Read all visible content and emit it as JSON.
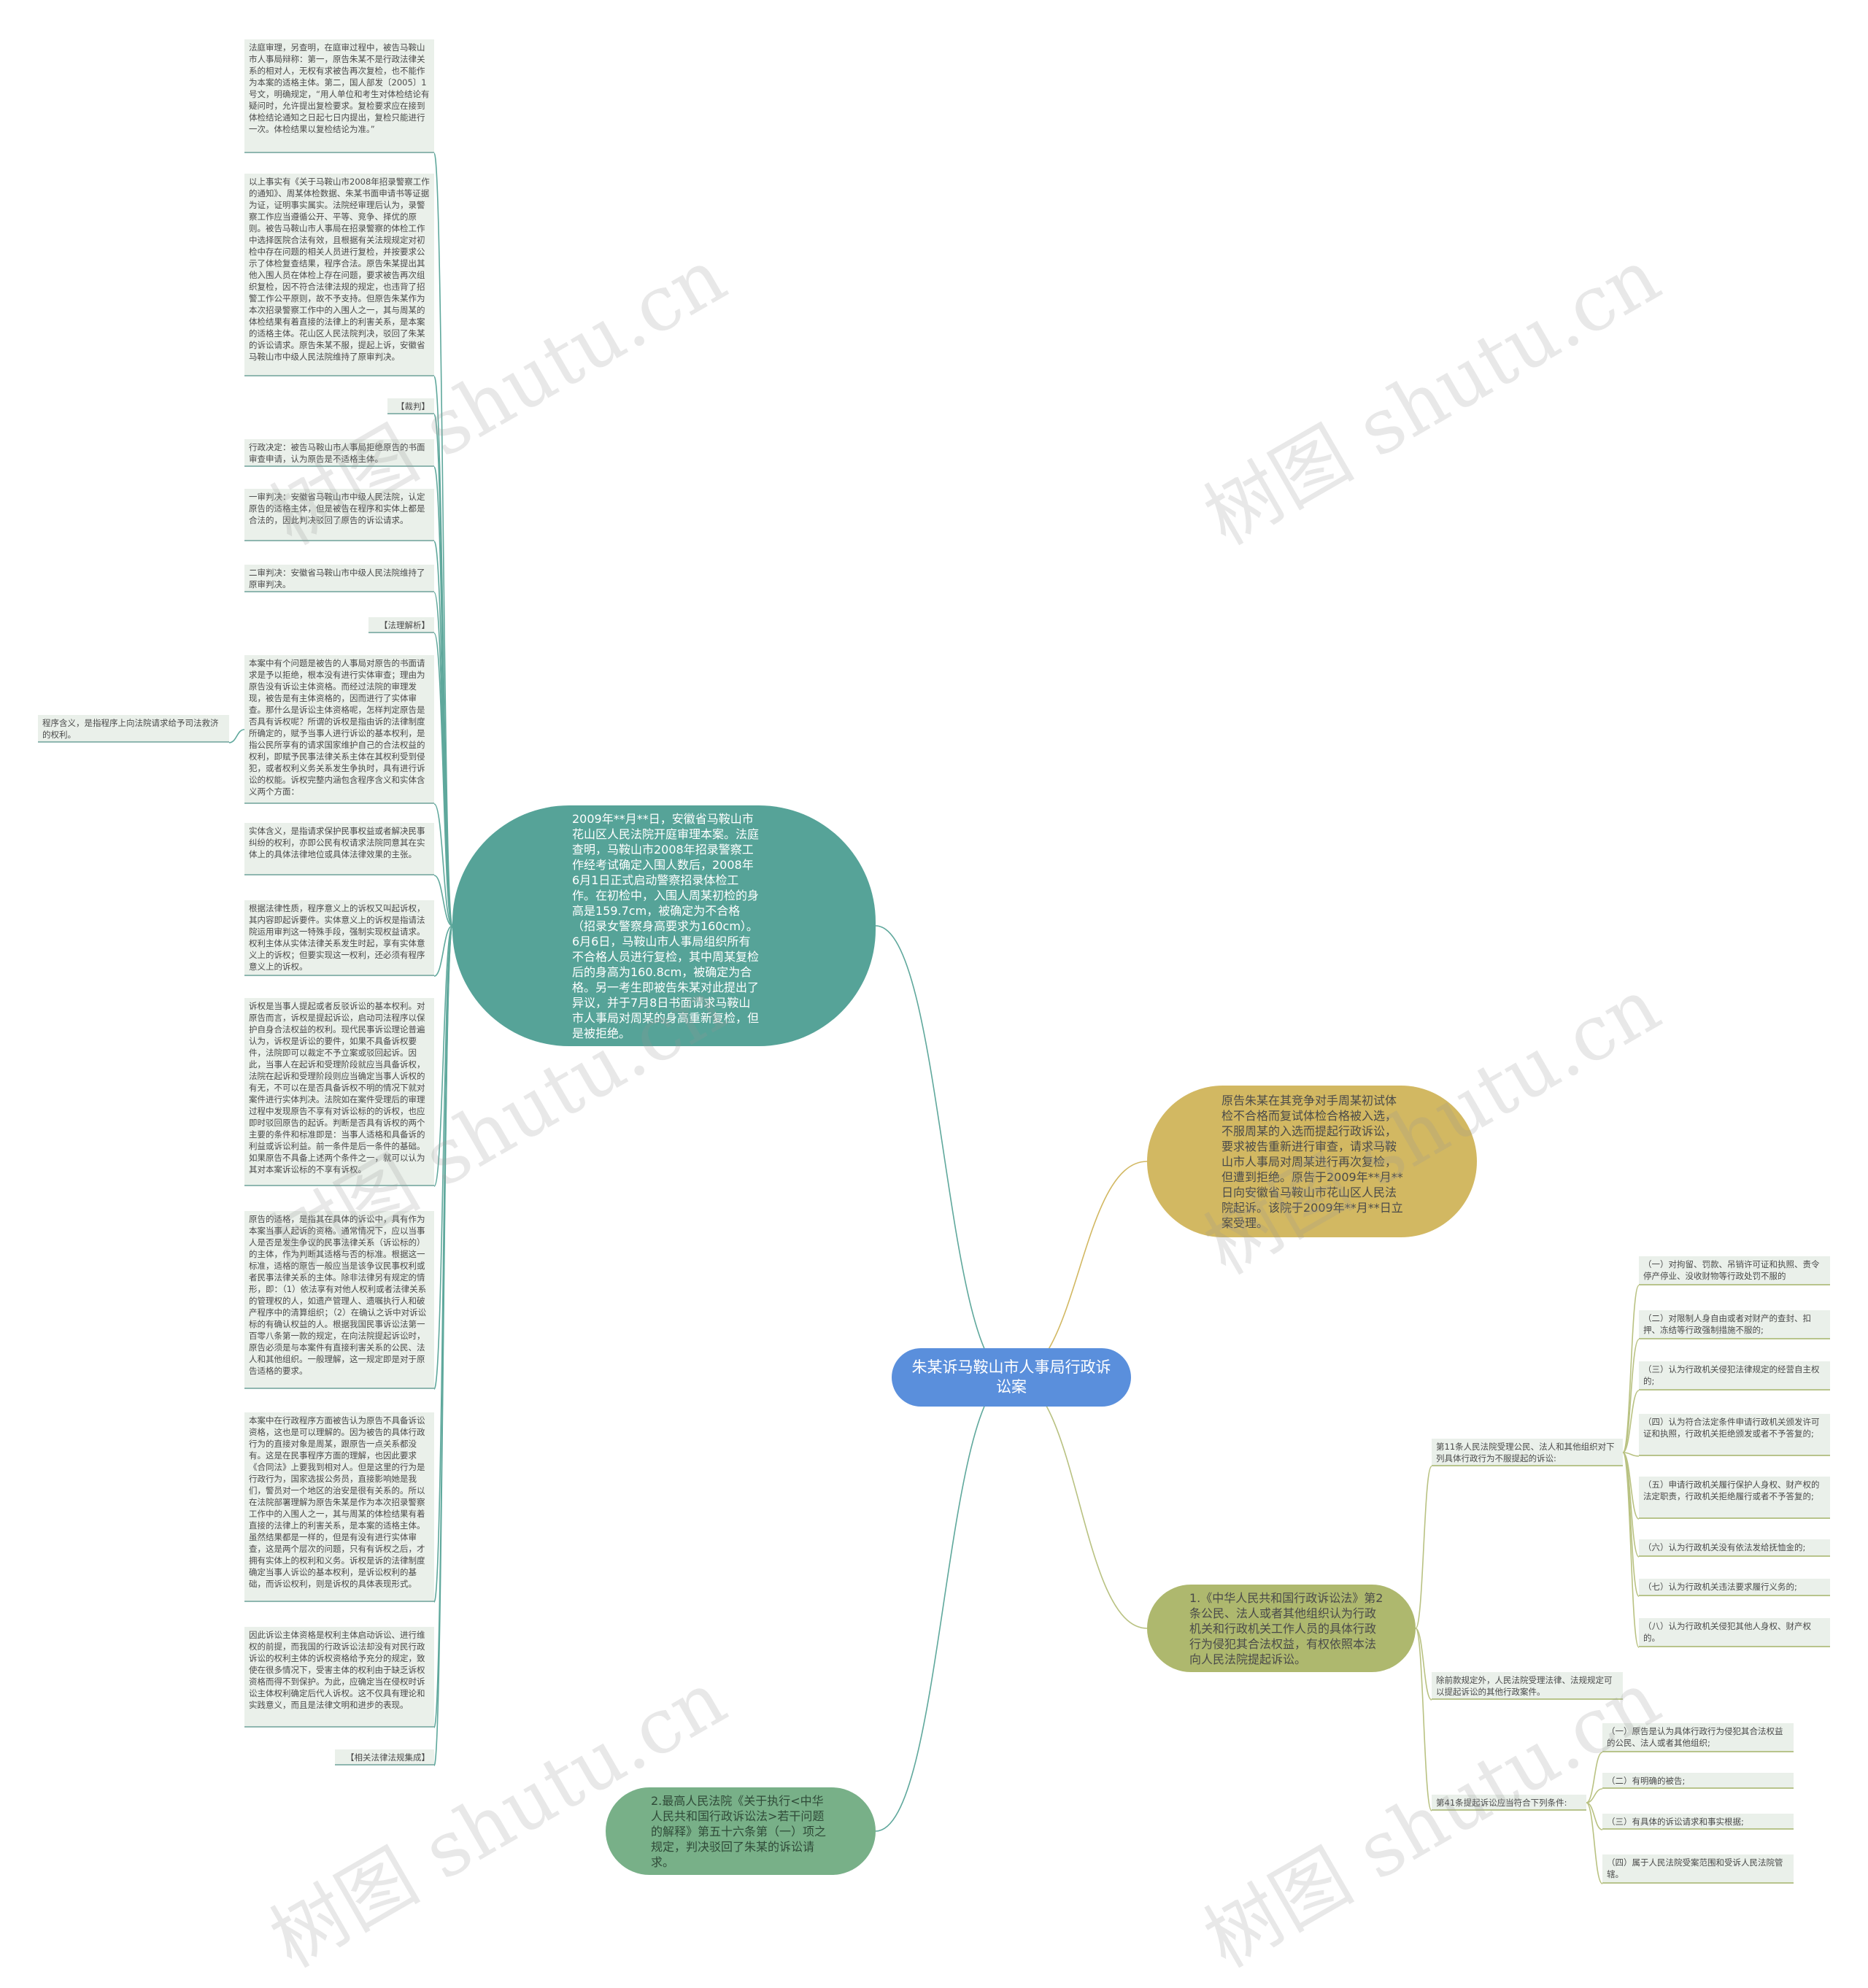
{
  "colors": {
    "center": "#5a8fdc",
    "facts": "#56a398",
    "claim": "#d2b862",
    "law": "#aeb86e",
    "ruling": "#78b088",
    "leaf_bg": "#eaf0ea",
    "wire_left": "#5fa89c",
    "wire_right": "#b9c282"
  },
  "center": "朱某诉马鞍山市人事局行政诉讼案",
  "facts": {
    "text": "2009年**月**日，安徽省马鞍山市花山区人民法院开庭审理本案。法庭查明，马鞍山市2008年招录警察工作经考试确定入围人数后，2008年6月1日正式启动警察招录体检工作。在初检中，入围人周某初检的身高是159.7cm，被确定为不合格（招录女警察身高要求为160cm）。6月6日，马鞍山市人事局组织所有不合格人员进行复检，其中周某复检后的身高为160.8cm，被确定为合格。另一考生即被告朱某对此提出了异议，并于7月8日书面请求马鞍山市人事局对周某的身高重新复检，但是被拒绝。",
    "items": [
      "法庭审理，另查明，在庭审过程中，被告马鞍山市人事局辩称：第一，原告朱某不是行政法律关系的相对人，无权有求被告再次复检，也不能作为本案的适格主体。第二，国人部发〔2005〕1号文，明确规定，“用人单位和考生对体检结论有疑问时，允许提出复检要求。复检要求应在接到体检结论通知之日起七日内提出，复检只能进行一次。体检结果以复检结论为准。”",
      "以上事实有《关于马鞍山市2008年招录警察工作的通知》、周某体检数据、朱某书面申请书等证据为证，证明事实属实。法院经审理后认为，录警察工作应当遵循公开、平等、竞争、择优的原则。被告马鞍山市人事局在招录警察的体检工作中选择医院合法有效，且根据有关法规规定对初检中存在问题的相关人员进行复检，并按要求公示了体检复查结果，程序合法。原告朱某提出其他入围人员在体检上存在问题，要求被告再次组织复检，因不符合法律法规的规定，也违背了招警工作公平原则，故不予支持。但原告朱某作为本次招录警察工作中的入围人之一，其与周某的体检结果有着直接的法律上的利害关系，是本案的适格主体。花山区人民法院判决，驳回了朱某的诉讼请求。原告朱某不服，提起上诉，安徽省马鞍山市中级人民法院维持了原审判决。",
      "【裁判】",
      "行政决定：被告马鞍山市人事局拒绝原告的书面审查申请，认为原告是不适格主体。",
      "一审判决：安徽省马鞍山市中级人民法院，认定原告的适格主体，但是被告在程序和实体上都是合法的，因此判决驳回了原告的诉讼请求。",
      "二审判决：安徽省马鞍山市中级人民法院维持了原审判决。",
      "【法理解析】",
      "本案中有个问题是被告的人事局对原告的书面请求是予以拒绝，根本没有进行实体审查；理由为原告没有诉讼主体资格。而经过法院的审理发现，被告是有主体资格的，因而进行了实体审查。那什么是诉讼主体资格呢，怎样判定原告是否具有诉权呢？所谓的诉权是指由诉的法律制度所确定的，赋予当事人进行诉讼的基本权利，是指公民所享有的请求国家维护自己的合法权益的权利，即赋予民事法律关系主体在其权利受到侵犯，或者权利义务关系发生争执时，具有进行诉讼的权能。诉权完整内涵包含程序含义和实体含义两个方面：",
      "实体含义，是指请求保护民事权益或者解决民事纠纷的权利，亦即公民有权请求法院同意其在实体上的具体法律地位或具体法律效果的主张。",
      "根据法律性质，程序意义上的诉权又叫起诉权，其内容即起诉要件。实体意义上的诉权是指请法院运用审判这一特殊手段，强制实现权益请求。权利主体从实体法律关系发生时起，享有实体意义上的诉权；但要实现这一权利，还必须有程序意义上的诉权。",
      "诉权是当事人提起或者反驳诉讼的基本权利。对原告而言，诉权是提起诉讼，启动司法程序以保护自身合法权益的权利。现代民事诉讼理论普遍认为，诉权是诉讼的要件，如果不具备诉权要件，法院即可以裁定不予立案或驳回起诉。因此，当事人在起诉和受理阶段就应当具备诉权，法院在起诉和受理阶段则应当确定当事人诉权的有无，不可以在是否具备诉权不明的情况下就对案件进行实体判决。法院如在案件受理后的审理过程中发现原告不享有对诉讼标的的诉权，也应即时驳回原告的起诉。判断是否具有诉权的两个主要的条件和标准即是：当事人适格和具备诉的利益或诉讼利益。前一条件是后一条件的基础。如果原告不具备上述两个条件之一，就可以认为其对本案诉讼标的不享有诉权。",
      "原告的适格，是指其在具体的诉讼中，具有作为本案当事人起诉的资格。通常情况下，应以当事人是否是发生争议的民事法律关系（诉讼标的）的主体，作为判断其适格与否的标准。根据这一标准，适格的原告一般应当是该争议民事权利或者民事法律关系的主体。除非法律另有规定的情形，即：（1）依法享有对他人权利或者法律关系的管理权的人，如遗产管理人、遗嘱执行人和破产程序中的清算组织；（2）在确认之诉中对诉讼标的有确认权益的人。根据我国民事诉讼法第一百零八条第一款的规定，在向法院提起诉讼时，原告必须是与本案件有直接利害关系的公民、法人和其他组织。一般理解，这一规定即是对于原告适格的要求。",
      "本案中在行政程序方面被告认为原告不具备诉讼资格，这也是可以理解的。因为被告的具体行政行为的直接对象是周某，跟原告一点关系都没有。这是在民事程序方面的理解，也因此要求《合同法》上要我到相对人。但是这里的行为是行政行为，国家选拔公务员，直接影响她是我们，警员对一个地区的治安是很有关系的。所以在法院部署理解为原告朱某是作为本次招录警察工作中的入围人之一，其与周某的体检结果有着直接的法律上的利害关系，是本案的适格主体。虽然结果都是一样的，但是有没有进行实体审查，这是两个层次的问题，只有有诉权之后，才拥有实体上的权利和义务。诉权是诉的法律制度确定当事人诉讼的基本权利，是诉讼权利的基础，而诉讼权利，则是诉权的具体表现形式。",
      "因此诉讼主体资格是权利主体启动诉讼、进行维权的前提，而我国的行政诉讼法却没有对民行政诉讼的权利主体的诉权资格给予充分的规定，致使在很多情况下，受害主体的权利由于缺乏诉权资格而得不到保护。为此，应确定当在侵权时诉讼主体权利确定后代人诉权。这不仅具有理论和实践意义，而且是法律文明和进步的表现。",
      "【相关法律法规集成】"
    ],
    "sub_note": "程序含义，是指程序上向法院请求给予司法救济的权利。"
  },
  "claim": "原告朱某在其竞争对手周某初试体检不合格而复试体检合格被入选，不服周某的入选而提起行政诉讼，要求被告重新进行审查，请求马鞍山市人事局对周某进行再次复检，但遭到拒绝。原告于2009年**月**日向安徽省马鞍山市花山区人民法院起诉。该院于2009年**月**日立案受理。",
  "law": {
    "text": "1.《中华人民共和国行政诉讼法》第2条公民、法人或者其他组织认为行政机关和行政机关工作人员的具体行政行为侵犯其合法权益，有权依照本法向人民法院提起诉讼。",
    "art11": {
      "label": "第11条人民法院受理公民、法人和其他组织对下列具体行政行为不服提起的诉讼:",
      "items": [
        "（一）对拘留、罚款、吊销许可证和执照、责令停产停业、没收财物等行政处罚不服的",
        "（二）对限制人身自由或者对财产的查封、扣押、冻结等行政强制措施不服的;",
        "（三）认为行政机关侵犯法律规定的经营自主权的;",
        "（四）认为符合法定条件申请行政机关颁发许可证和执照，行政机关拒绝颁发或者不予答复的;",
        "（五）申请行政机关履行保护人身权、财产权的法定职责，行政机关拒绝履行或者不予答复的;",
        "（六）认为行政机关没有依法发给抚恤金的;",
        "（七）认为行政机关违法要求履行义务的;",
        "（八）认为行政机关侵犯其他人身权、财产权的。"
      ]
    },
    "other": "除前款规定外，人民法院受理法律、法规规定可以提起诉讼的其他行政案件。",
    "art41": {
      "label": "第41条提起诉讼应当符合下列条件:",
      "items": [
        "（一）原告是认为具体行政行为侵犯其合法权益的公民、法人或者其他组织;",
        "（二）有明确的被告;",
        "（三）有具体的诉讼请求和事实根据;",
        "（四）属于人民法院受案范围和受诉人民法院管辖。"
      ]
    }
  },
  "ruling": "2.最高人民法院《关于执行<中华人民共和国行政诉讼法>若干问题的解释》第五十六条第（一）项之规定，判决驳回了朱某的诉讼请求。",
  "watermark": "树图 shutu.cn"
}
